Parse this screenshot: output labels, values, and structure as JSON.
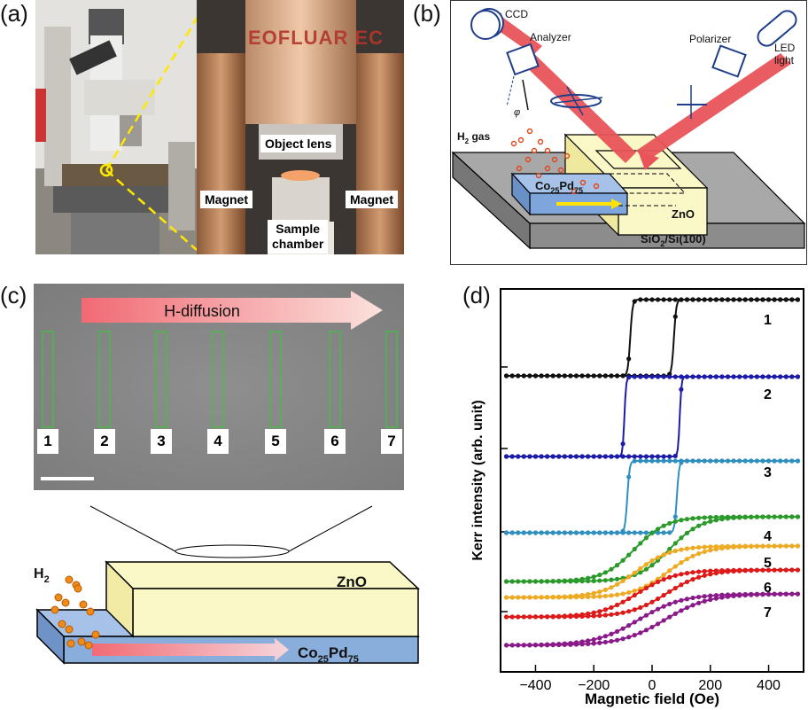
{
  "panels": {
    "a": "(a)",
    "b": "(b)",
    "c": "(c)",
    "d": "(d)"
  },
  "a": {
    "lens_text": "EOFLUAR EC",
    "object_lens": "Object lens",
    "magnet_left": "Magnet",
    "magnet_right": "Magnet",
    "sample_chamber_1": "Sample",
    "sample_chamber_2": "chamber"
  },
  "b": {
    "ccd": "CCD",
    "analyzer": "Analyzer",
    "polarizer": "Polarizer",
    "led_1": "LED",
    "led_2": "light",
    "phi": "φ",
    "h2_gas": "H",
    "h2_sub": "2",
    "h2_gas_suffix": " gas",
    "copd_main": "Co",
    "copd_sub1": "25",
    "copd_pd": "Pd",
    "copd_sub2": "75",
    "zno": "ZnO",
    "substrate_1": "SiO",
    "substrate_sub": "2",
    "substrate_2": "/Si(100)"
  },
  "c": {
    "arrow_label": "H-diffusion",
    "positions": [
      "1",
      "2",
      "3",
      "4",
      "5",
      "6",
      "7"
    ],
    "h2": "H",
    "h2_sub": "2",
    "zno": "ZnO",
    "copd_main": "Co",
    "copd_sub1": "25",
    "copd_pd": "Pd",
    "copd_sub2": "75"
  },
  "chart_data": {
    "type": "line",
    "xlabel": "Magnetic field (Oe)",
    "ylabel": "Kerr intensity (arb. unit)",
    "xlim": [
      -520,
      520
    ],
    "x_ticks": [
      -400,
      -200,
      0,
      200,
      400
    ],
    "x_tick_labels": [
      "−400",
      "−200",
      "0",
      "200",
      "400"
    ],
    "series": [
      {
        "name": "1",
        "color": "#111111",
        "coercivity": 75,
        "sharpness": 8
      },
      {
        "name": "2",
        "color": "#1c1ca8",
        "coercivity": 95,
        "sharpness": 6
      },
      {
        "name": "3",
        "color": "#2f8fc0",
        "coercivity": 85,
        "sharpness": 8
      },
      {
        "name": "4",
        "color": "#2a9a2a",
        "coercivity": 60,
        "sharpness": 110
      },
      {
        "name": "5",
        "color": "#eeaa22",
        "coercivity": 55,
        "sharpness": 120
      },
      {
        "name": "6",
        "color": "#dd1a1a",
        "coercivity": 50,
        "sharpness": 130
      },
      {
        "name": "7",
        "color": "#8a1a8a",
        "coercivity": 45,
        "sharpness": 150
      }
    ]
  }
}
